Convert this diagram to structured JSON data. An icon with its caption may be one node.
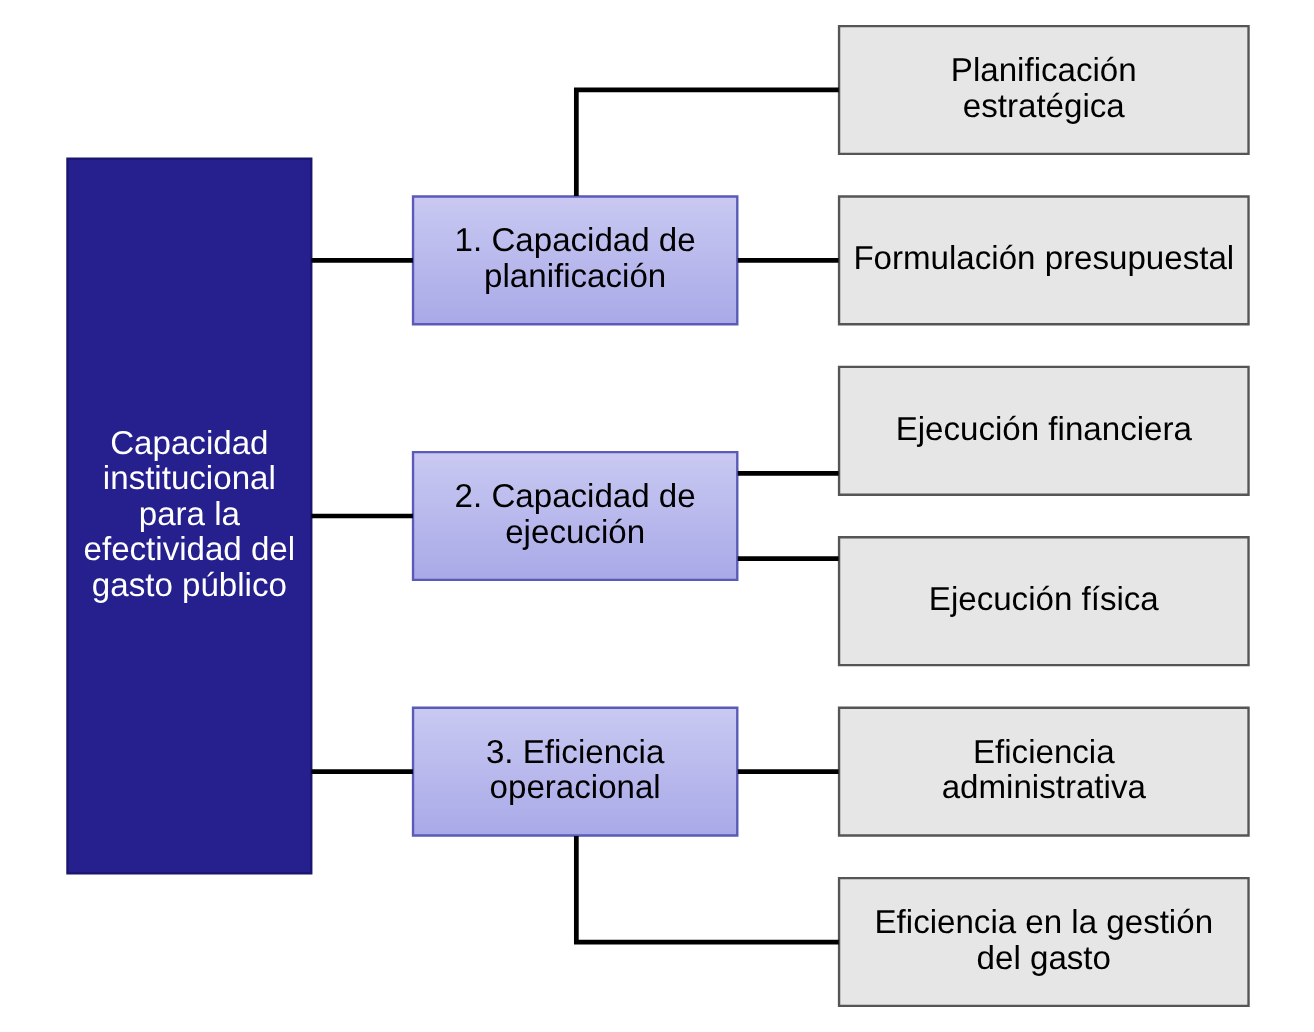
{
  "diagram": {
    "nodes": [
      {
        "text": [
          "Capacidad institucional para la efectividad del gasto público"
        ]
      },
      {
        "text": [
          "1. Capacidad de planificación"
        ]
      },
      {
        "text": [
          "Planificación estratégica"
        ]
      },
      {
        "text": [
          "Formulación presupuestal"
        ]
      },
      {
        "text": [
          "2. Capacidad de ejecución"
        ]
      },
      {
        "text": [
          "Ejecución financiera"
        ]
      },
      {
        "text": [
          "Ejecución física"
        ]
      },
      {
        "text": [
          "3. Eficiencia operacional"
        ]
      },
      {
        "text": [
          "Eficiencia administrativa"
        ]
      },
      {
        "text": [
          "Eficiencia en la gestión del gasto"
        ]
      }
    ],
    "edges": [
      {
        "from": 0,
        "to": 1,
        "arrow": "none"
      },
      {
        "from": 0,
        "to": 4,
        "arrow": "none"
      },
      {
        "from": 0,
        "to": 7,
        "arrow": "none"
      },
      {
        "from": 1,
        "to": 2,
        "arrow": "none"
      },
      {
        "from": 1,
        "to": 3,
        "arrow": "none"
      },
      {
        "from": 4,
        "to": 5,
        "arrow": "none"
      },
      {
        "from": 4,
        "to": 6,
        "arrow": "none"
      },
      {
        "from": 7,
        "to": 8,
        "arrow": "none"
      },
      {
        "from": 7,
        "to": 9,
        "arrow": "none"
      }
    ]
  }
}
